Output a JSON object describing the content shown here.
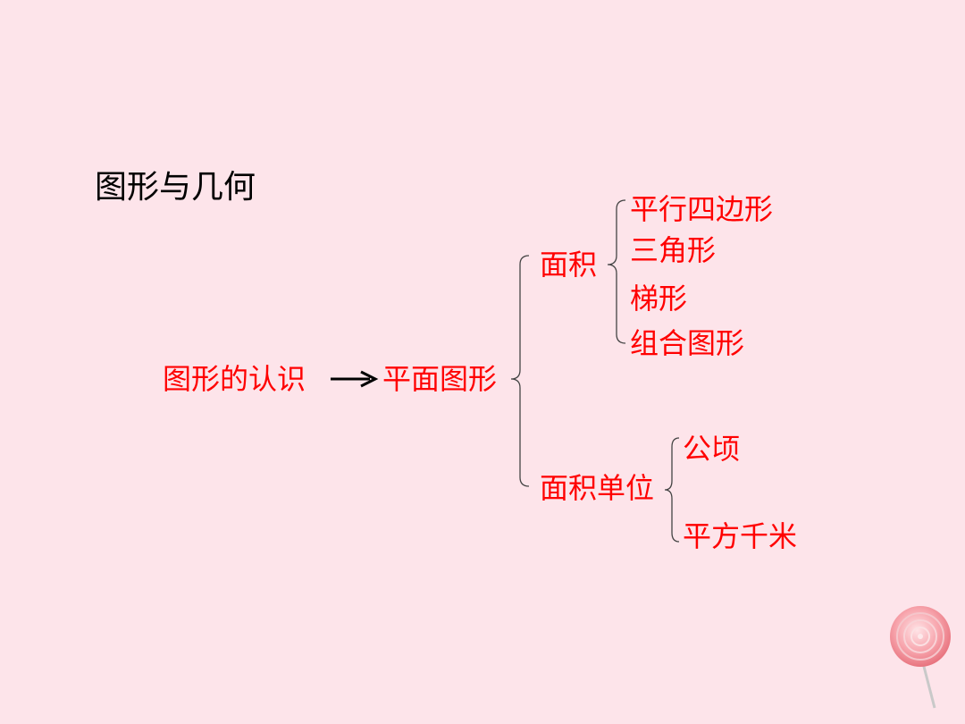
{
  "slide": {
    "title": "图形与几何",
    "root": "图形的认识",
    "level1": "平面图形",
    "area_branch": {
      "label": "面积",
      "items": [
        "平行四边形",
        "三角形",
        "梯形",
        "组合图形"
      ]
    },
    "unit_branch": {
      "label": "面积单位",
      "items": [
        "公顷",
        "平方千米"
      ]
    }
  },
  "colors": {
    "background": "#fde4ea",
    "node_text": "#ff0000",
    "title_text": "#000000"
  },
  "icons": [
    "arrow-right-icon",
    "lollipop-icon"
  ]
}
